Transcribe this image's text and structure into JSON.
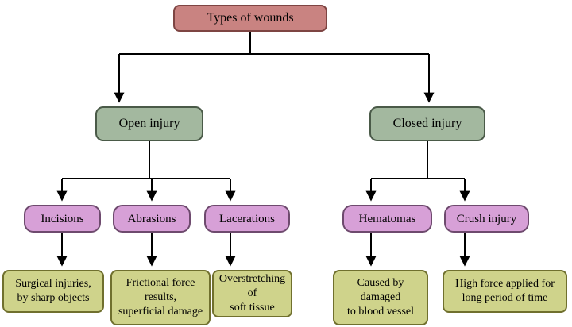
{
  "diagram": {
    "title": "Types of wounds",
    "nodes": {
      "root": {
        "label": "Types of wounds"
      },
      "open_injury": {
        "label": "Open injury"
      },
      "closed_injury": {
        "label": "Closed injury"
      },
      "incisions": {
        "label": "Incisions"
      },
      "abrasions": {
        "label": "Abrasions"
      },
      "lacerations": {
        "label": "Lacerations"
      },
      "hematomas": {
        "label": "Hematomas"
      },
      "crush_injury": {
        "label": "Crush injury"
      },
      "incisions_desc": {
        "label": "Surgical injuries,\nby sharp objects"
      },
      "abrasions_desc": {
        "label": "Frictional force\nresults,\nsuperficial damage"
      },
      "lacerations_desc": {
        "label": "Overstretching\nof\nsoft tissue"
      },
      "hematomas_desc": {
        "label": "Caused by\ndamaged\nto blood vessel"
      },
      "crush_injury_desc": {
        "label": "High force applied for\nlong period of time"
      }
    },
    "edges": [
      [
        "root",
        "open_injury"
      ],
      [
        "root",
        "closed_injury"
      ],
      [
        "open_injury",
        "incisions"
      ],
      [
        "open_injury",
        "abrasions"
      ],
      [
        "open_injury",
        "lacerations"
      ],
      [
        "closed_injury",
        "hematomas"
      ],
      [
        "closed_injury",
        "crush_injury"
      ],
      [
        "incisions",
        "incisions_desc"
      ],
      [
        "abrasions",
        "abrasions_desc"
      ],
      [
        "lacerations",
        "lacerations_desc"
      ],
      [
        "hematomas",
        "hematomas_desc"
      ],
      [
        "crush_injury",
        "crush_injury_desc"
      ]
    ],
    "colors": {
      "root_fill": "#c98381",
      "root_border": "#7e4543",
      "injury_fill": "#a3b89f",
      "injury_border": "#4a5a48",
      "type_fill": "#d7a0d7",
      "type_border": "#6e4a6e",
      "desc_fill": "#cfd38b",
      "desc_border": "#70702e",
      "line": "#000000"
    }
  }
}
